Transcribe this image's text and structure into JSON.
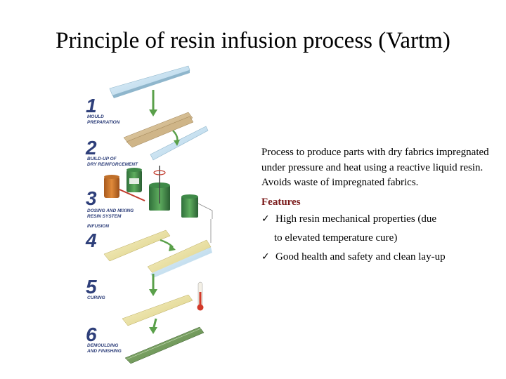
{
  "title": "Principle of resin infusion process (Vartm)",
  "steps": [
    {
      "number": "1",
      "label_lines": [
        "MOULD",
        "PREPARATION"
      ]
    },
    {
      "number": "2",
      "label_lines": [
        "BUILD-UP OF",
        "DRY REINFORCEMENT"
      ]
    },
    {
      "number": "3",
      "label_lines": [
        "DOSING AND MIXING",
        "RESIN SYSTEM"
      ]
    },
    {
      "number": "4",
      "label_lines": [
        "INFUSION"
      ]
    },
    {
      "number": "5",
      "label_lines": [
        "CURING"
      ]
    },
    {
      "number": "6",
      "label_lines": [
        "DEMOULDING",
        "AND FINISHING"
      ]
    }
  ],
  "description": "Process to produce parts with dry fabrics impregnated under pressure and heat using a reactive liquid resin. Avoids waste of impregnated fabrics.",
  "features": {
    "heading": "Features",
    "items": [
      {
        "check": "✓",
        "text": "High resin mechanical properties (due",
        "continuation": "to elevated temperature cure)"
      },
      {
        "check": "✓",
        "text": "Good health and safety and clean lay-up"
      }
    ]
  },
  "colors": {
    "step_numbers": "#2e3f7a",
    "features_heading": "#7a1a1a",
    "arrows": "#5aa04a",
    "mould": "#cfe5f2",
    "fabric": "#d9c49a",
    "resin": "#f0e6a8",
    "finished_part": "#6f9a5a"
  }
}
